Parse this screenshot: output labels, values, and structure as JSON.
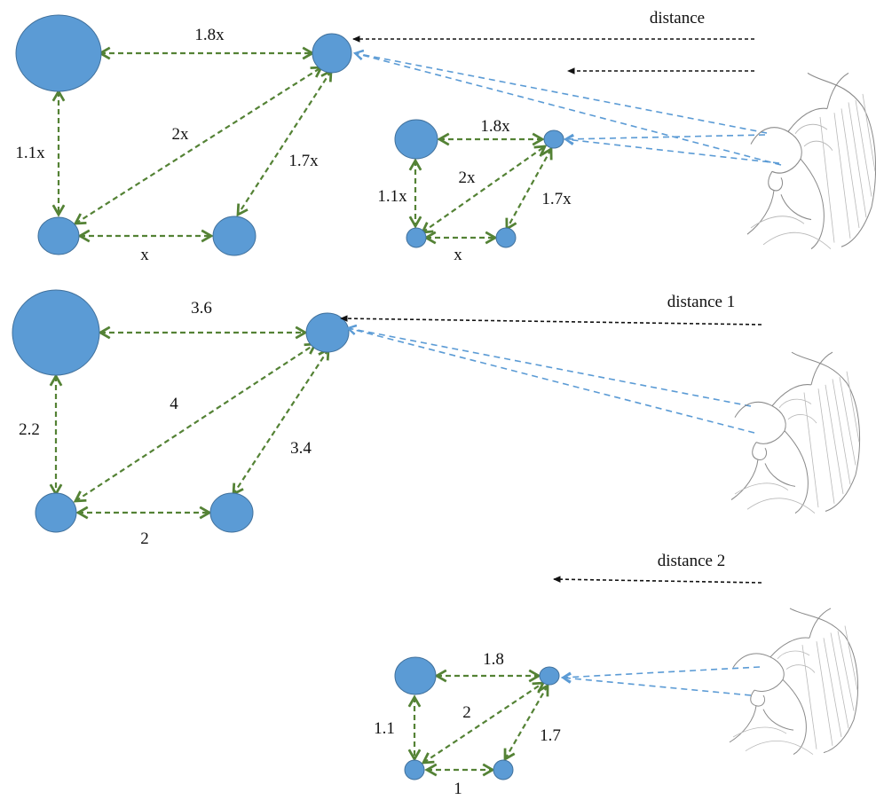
{
  "colors": {
    "circle_fill": "#5b9bd5",
    "circle_stroke": "#41719c",
    "relation_arrow": "#548235",
    "sight_line": "#5b9bd5",
    "distance_arrow": "#111111",
    "sketch": "#8a8a8a"
  },
  "icons": [
    "viewer-head-sketch"
  ],
  "panel_top": {
    "distance_label": "distance",
    "large": {
      "labels": {
        "top": "1.8x",
        "left": "1.1x",
        "diag": "2x",
        "right": "1.7x",
        "bottom": "x"
      }
    },
    "small": {
      "labels": {
        "top": "1.8x",
        "left": "1.1x",
        "diag": "2x",
        "right": "1.7x",
        "bottom": "x"
      }
    }
  },
  "panel_middle": {
    "distance_label": "distance 1",
    "labels": {
      "top": "3.6",
      "left": "2.2",
      "diag": "4",
      "right": "3.4",
      "bottom": "2"
    }
  },
  "panel_bottom": {
    "distance_label": "distance 2",
    "labels": {
      "top": "1.8",
      "left": "1.1",
      "diag": "2",
      "right": "1.7",
      "bottom": "1"
    }
  }
}
